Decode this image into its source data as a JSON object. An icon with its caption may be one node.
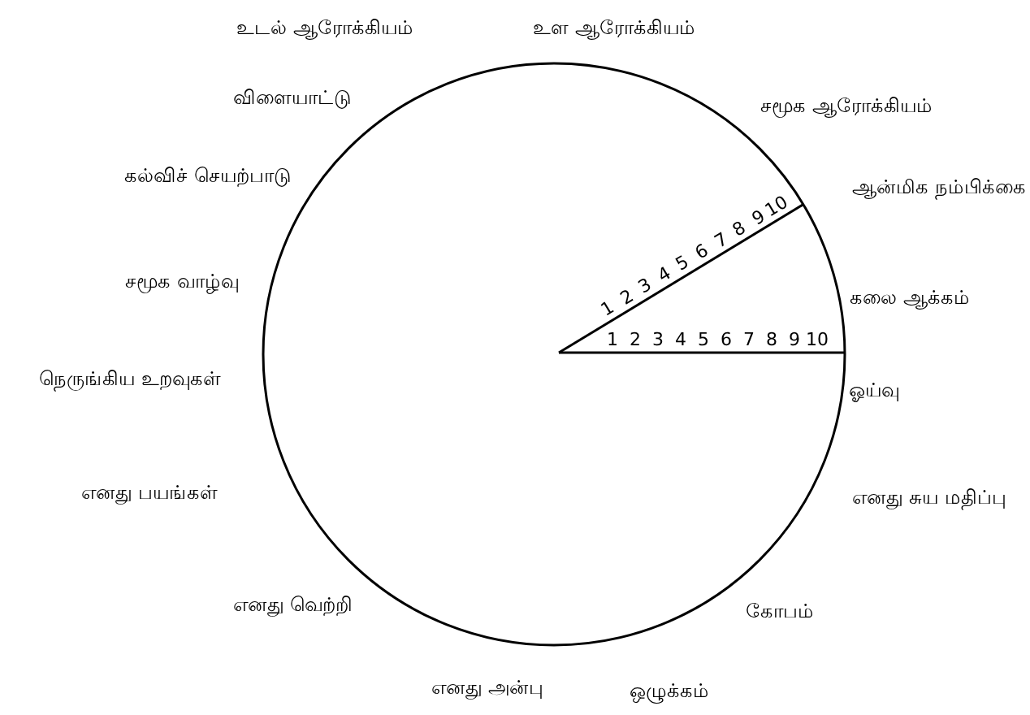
{
  "diagram": {
    "labels": [
      "உடல் ஆரோக்கியம்",
      "உள ஆரோக்கியம்",
      "விளையாட்டு",
      "சமூக ஆரோக்கியம்",
      "கல்விச் செயற்பாடு",
      "ஆன்மிக நம்பிக்கை",
      "1",
      "2",
      "3",
      "4",
      "5",
      "6",
      "7",
      "8",
      "9",
      "10",
      "சமூக வாழ்வு",
      "கலை ஆக்கம்",
      "1",
      "2",
      "3",
      "4",
      "5",
      "6",
      "7",
      "8",
      "9",
      "10",
      "நெருங்கிய உறவுகள்",
      "ஓய்வு",
      "எனது பயங்கள்",
      "எனது சுய மதிப்பு",
      "எனது வெற்றி",
      "கோபம்",
      "எனது அன்பு",
      "ஒழுக்கம்"
    ]
  }
}
